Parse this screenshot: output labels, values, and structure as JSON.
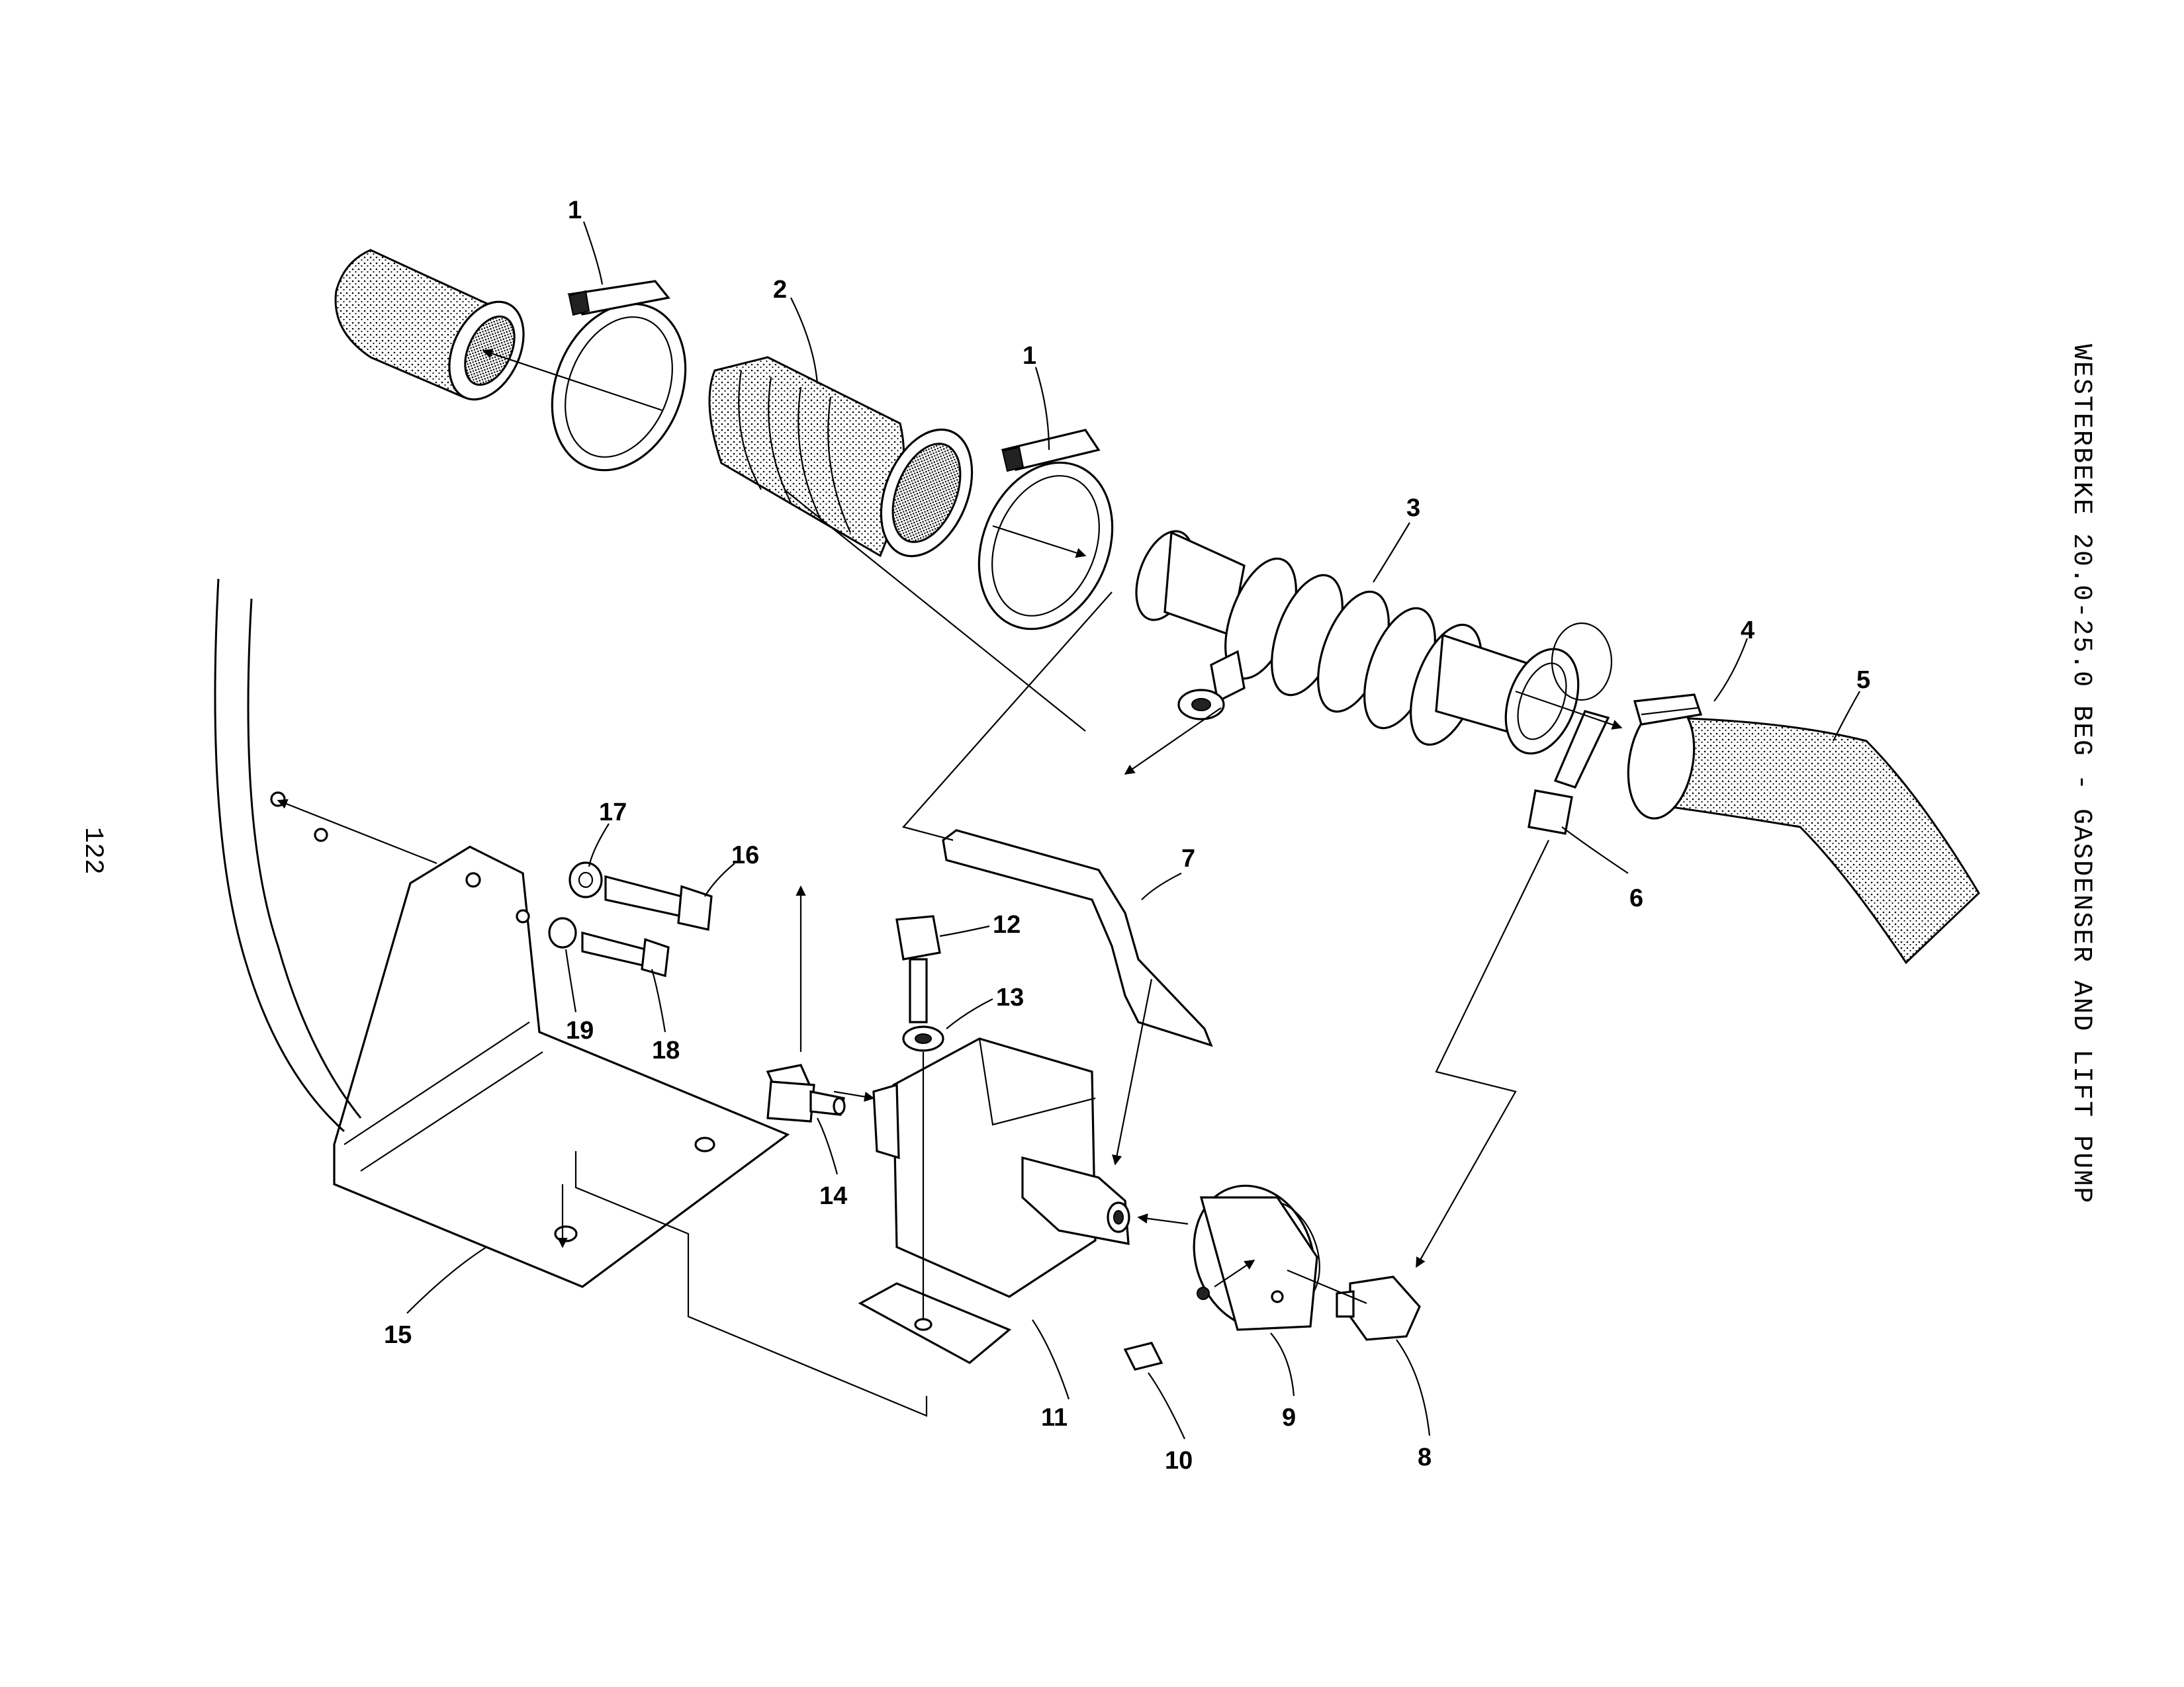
{
  "document": {
    "title": "WESTERBEKE 20.0-25.0 BEG - GASDENSER AND LIFT PUMP",
    "page_number": "122"
  },
  "callouts": {
    "c1a": "1",
    "c1b": "1",
    "c2": "2",
    "c3": "3",
    "c4": "4",
    "c5": "5",
    "c6": "6",
    "c7": "7",
    "c8": "8",
    "c9": "9",
    "c10": "10",
    "c11": "11",
    "c12": "12",
    "c13": "13",
    "c14": "14",
    "c15": "15",
    "c16": "16",
    "c17": "17",
    "c18": "18",
    "c19": "19"
  }
}
